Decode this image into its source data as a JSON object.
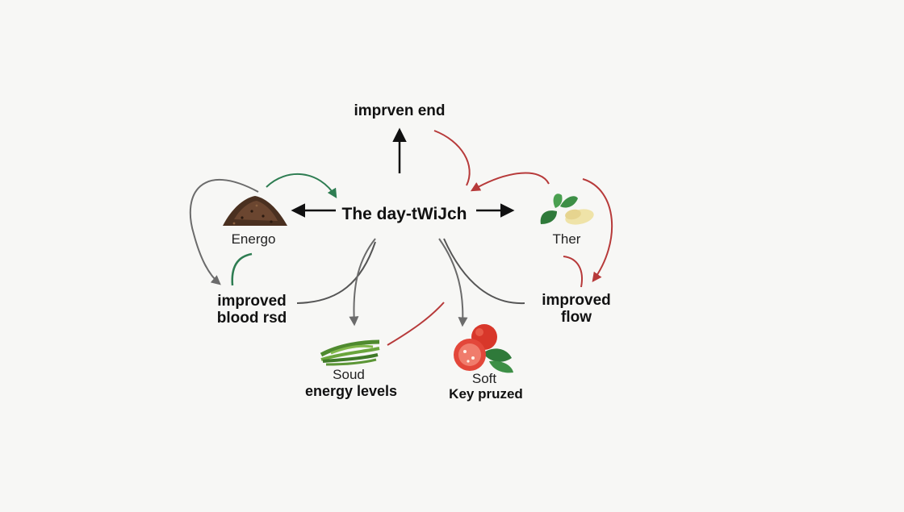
{
  "diagram": {
    "center": "The day-tWiJch",
    "top": "imprven end",
    "left_node": "Energo",
    "right_node": "Ther",
    "left_outcome_line1": "improved",
    "left_outcome_line2": "blood rsd",
    "right_outcome_line1": "improved",
    "right_outcome_line2": "flow",
    "bottom_left_caption": "Soud",
    "bottom_left_label": "energy levels",
    "bottom_right_caption": "Soft",
    "bottom_right_label": "Key pruzed"
  },
  "colors": {
    "background": "#f7f7f5",
    "arrow_black": "#111111",
    "arrow_gray": "#6b6b6b",
    "arrow_green": "#2e7d52",
    "arrow_red": "#b73a3a"
  },
  "icons": {
    "left_node": "seed-pile-icon",
    "right_node": "herb-and-ginger-icon",
    "bottom_left": "green-herb-bundle-icon",
    "bottom_right": "fruit-and-leaves-icon"
  }
}
